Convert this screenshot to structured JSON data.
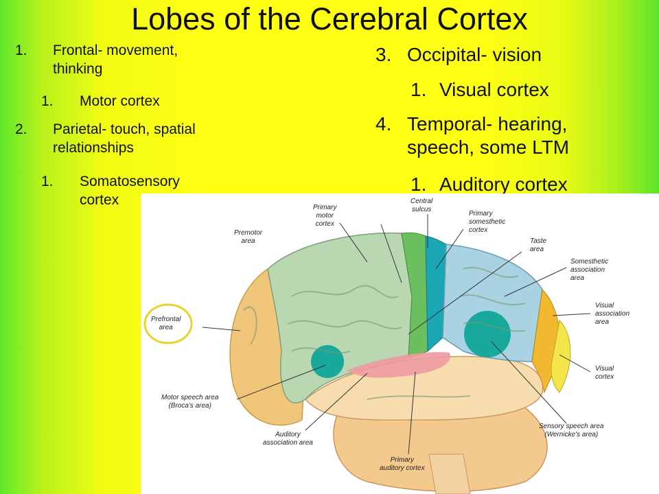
{
  "slide": {
    "title": "Lobes of the Cerebral Cortex",
    "left_list": [
      {
        "num": "1.",
        "lines": [
          "Frontal- movement,",
          "thinking"
        ]
      },
      {
        "num": "1.",
        "lines": [
          "Motor cortex"
        ]
      },
      {
        "num": "2.",
        "lines": [
          "Parietal- touch, spatial",
          "relationships"
        ]
      },
      {
        "num": "1.",
        "lines": [
          "Somatosensory",
          "cortex"
        ]
      }
    ],
    "right_list": [
      {
        "num": "3.",
        "lines": [
          "Occipital- vision"
        ]
      },
      {
        "num": "1.",
        "lines": [
          "Visual cortex"
        ]
      },
      {
        "num": "4.",
        "lines": [
          "Temporal- hearing,",
          "speech, some LTM"
        ]
      },
      {
        "num": "1.",
        "lines": [
          "Auditory cortex"
        ]
      }
    ]
  },
  "diagram": {
    "labels": {
      "primary_motor_cortex": [
        "Primary",
        "motor",
        "cortex"
      ],
      "central_sulcus": [
        "Central",
        "sulcus"
      ],
      "primary_somesthetic_cortex": [
        "Primary",
        "somesthetic",
        "cortex"
      ],
      "premotor_area": [
        "Premotor",
        "area"
      ],
      "taste_area": [
        "Taste",
        "area"
      ],
      "somesthetic_association_area": [
        "Somesthetic",
        "association",
        "area"
      ],
      "prefrontal_area": [
        "Prefrontal",
        "area"
      ],
      "visual_association_area": [
        "Visual",
        "association",
        "area"
      ],
      "visual_cortex": [
        "Visual",
        "cortex"
      ],
      "motor_speech_area": [
        "Motor speech area",
        "(Broca's area)"
      ],
      "sensory_speech_area": [
        "Sensory speech area",
        "(Wernicke's area)"
      ],
      "auditory_association_area": [
        "Auditory",
        "association area"
      ],
      "primary_auditory_cortex": [
        "Primary",
        "auditory cortex"
      ]
    },
    "colors": {
      "frontal": "#b9d7b0",
      "motor": "#6cbf5e",
      "somesthetic": "#1aa6b4",
      "parietal": "#a9d2e3",
      "prefrontal": "#f0c77a",
      "temporal": "#f7dcae",
      "visual_assoc": "#f2b830",
      "visual_cortex": "#f4e64a",
      "speech": "#19a99c",
      "auditory": "#ee9aa0",
      "cerebellum": "#f4c98e"
    }
  }
}
